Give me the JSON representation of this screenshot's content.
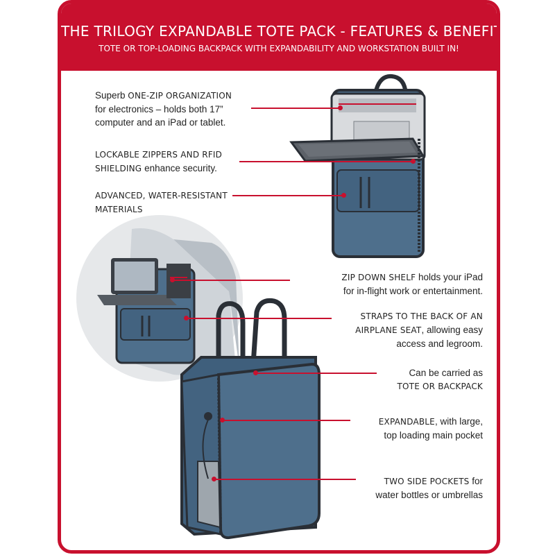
{
  "banner": {
    "title": "THE TRILOGY EXPANDABLE TOTE PACK - FEATURES & BENEFITS",
    "subtitle": "TOTE OR TOP-LOADING BACKPACK WITH EXPANDABILITY AND WORKSTATION BUILT IN!"
  },
  "callouts": {
    "one_zip": {
      "pre": "Superb ",
      "bold": "ONE-ZIP ORGANIZATION",
      "line2": "for electronics – holds both 17”",
      "line3": "computer and an iPad or tablet."
    },
    "zippers": {
      "bold1": "LOCKABLE ZIPPERS AND RFID",
      "bold2": "SHIELDING",
      "post": " enhance security."
    },
    "materials": {
      "bold1": "ADVANCED, WATER-RESISTANT",
      "bold2": "MATERIALS"
    },
    "shelf": {
      "bold": "ZIP DOWN SHELF",
      "post": " holds your iPad",
      "line2": "for in-flight work or entertainment."
    },
    "straps": {
      "bold1": "STRAPS TO THE BACK OF AN",
      "bold2": "AIRPLANE SEAT",
      "post": ", allowing easy",
      "line3": "access and legroom."
    },
    "tote": {
      "line1": "Can be carried as",
      "bold": "TOTE OR BACKPACK"
    },
    "expandable": {
      "bold": "EXPANDABLE",
      "post": ", with large,",
      "line2": "top loading main pocket"
    },
    "pockets": {
      "bold": "TWO SIDE POCKETS",
      "post": " for",
      "line2": "water bottles or umbrellas"
    }
  },
  "colors": {
    "brand_red": "#c8102e",
    "bag_blue": "#4e6f8c",
    "bag_dark": "#2a2f36",
    "circle_bg": "#e6e8ea"
  }
}
